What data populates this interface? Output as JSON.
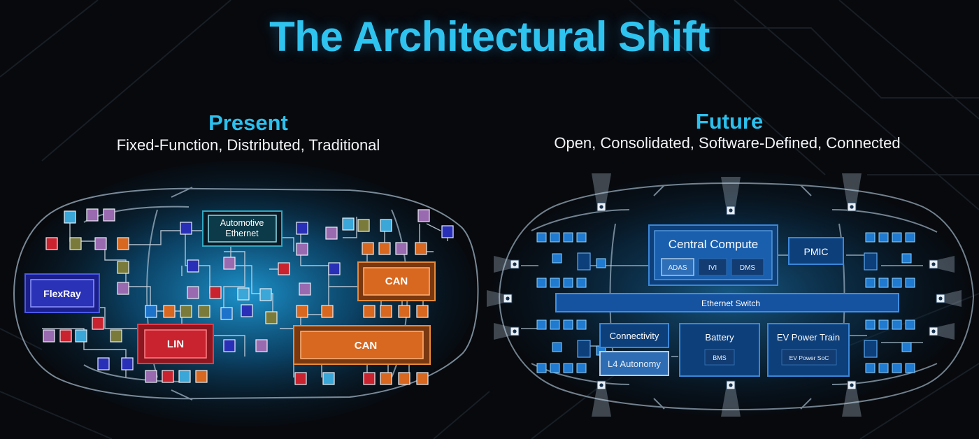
{
  "title": "The Architectural Shift",
  "present": {
    "heading": "Present",
    "subtitle": "Fixed-Function, Distributed, Traditional",
    "labels": {
      "automotive_ethernet_line1": "Automotive",
      "automotive_ethernet_line2": "Ethernet",
      "flexray": "FlexRay",
      "lin": "LIN",
      "can_upper": "CAN",
      "can_lower": "CAN"
    }
  },
  "future": {
    "heading": "Future",
    "subtitle": "Open, Consolidated, Software-Defined, Connected",
    "labels": {
      "central_compute": "Central Compute",
      "adas": "ADAS",
      "ivi": "IVI",
      "dms": "DMS",
      "pmic": "PMIC",
      "ethernet_switch": "Ethernet Switch",
      "connectivity": "Connectivity",
      "l4_autonomy": "L4 Autonomy",
      "battery": "Battery",
      "bms": "BMS",
      "ev_power_train": "EV Power Train",
      "ev_power_soc": "EV Power SoC"
    }
  },
  "colors": {
    "title_blue": "#2fc3ef",
    "ecu_blue": "#1d73c9",
    "flexray_blue": "#2a2fb8",
    "lin_red": "#c8232f",
    "can_orange": "#d8681f",
    "ecu_violet": "#9a6ab0",
    "ecu_olive": "#7a7a3a"
  }
}
